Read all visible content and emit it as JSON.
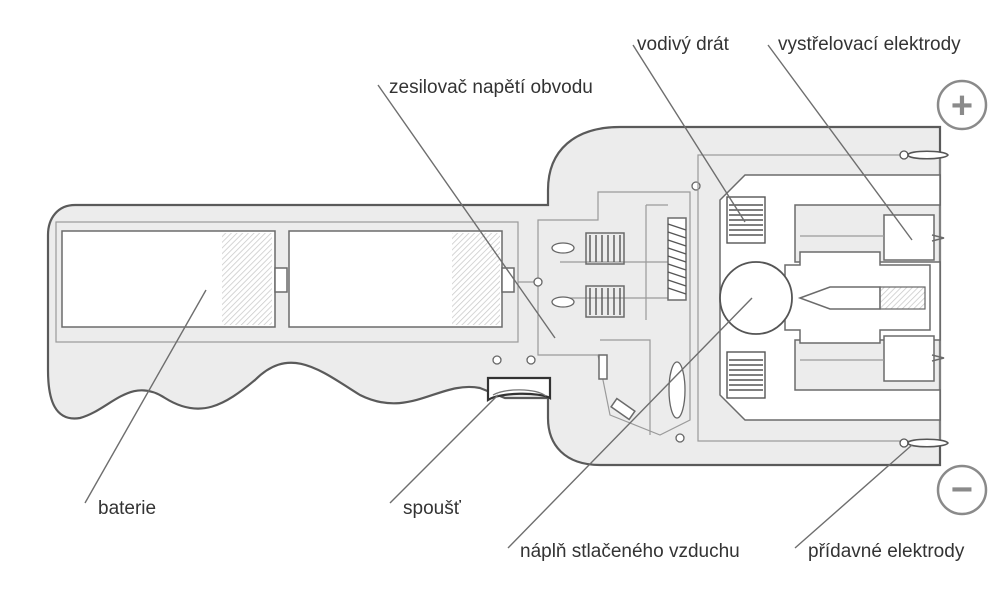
{
  "labels": {
    "conducting_wire": "vodivý drát",
    "firing_electrodes": "vystřelovací elektrody",
    "voltage_booster": "zesilovač napětí obvodu",
    "battery": "baterie",
    "trigger": "spoušť",
    "compressed_air": "náplň stlačeného vzduchu",
    "extra_electrodes": "přídavné elektrody"
  },
  "symbols": {
    "positive": "+",
    "negative": "−"
  },
  "colors": {
    "body": "#ececec",
    "outline": "#5a5a5a",
    "leader": "#6e6e6e",
    "text": "#333333"
  }
}
